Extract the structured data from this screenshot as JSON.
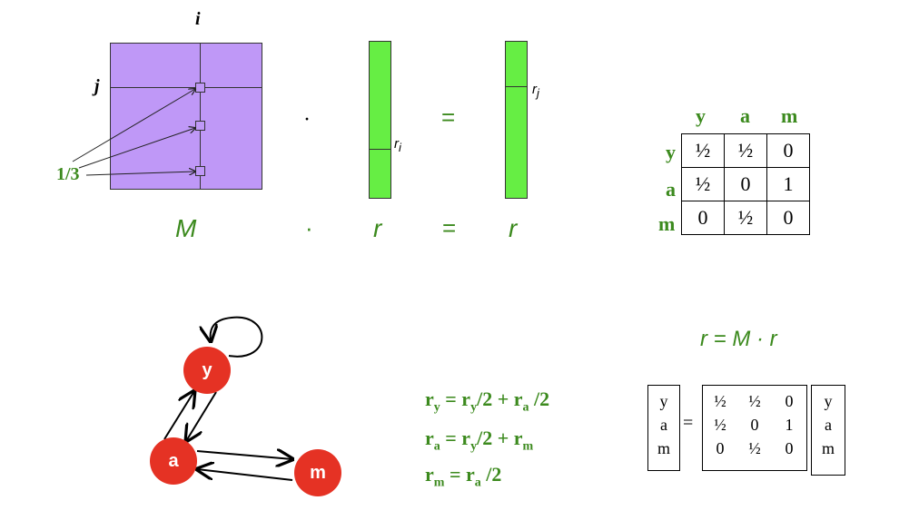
{
  "matrix_diagram": {
    "label_i": "i",
    "label_j": "j",
    "entry_label": "1/3",
    "r_i_label": "r",
    "r_i_sub": "i",
    "r_j_label": "r",
    "r_j_sub": "j",
    "dot": "·",
    "equals": "=",
    "bottom_M": "M",
    "bottom_dot": "·",
    "bottom_r1": "r",
    "bottom_eq": "=",
    "bottom_r2": "r"
  },
  "table": {
    "col_headers": [
      "y",
      "a",
      "m"
    ],
    "row_headers": [
      "y",
      "a",
      "m"
    ],
    "rows": [
      [
        "½",
        "½",
        "0"
      ],
      [
        "½",
        "0",
        "1"
      ],
      [
        "0",
        "½",
        "0"
      ]
    ]
  },
  "graph": {
    "nodes": [
      "y",
      "a",
      "m"
    ]
  },
  "equations": {
    "eq1_lhs": "r",
    "eq1_lhs_sub": "y",
    "eq1_rhs": "= r",
    "eq1_rhs_sub1": "y",
    "eq1_mid": "/2 + r",
    "eq1_rhs_sub2": "a",
    "eq1_end": " /2",
    "eq2_lhs": "r",
    "eq2_lhs_sub": "a",
    "eq2_rhs": "= r",
    "eq2_rhs_sub1": "y",
    "eq2_mid": "/2 + r",
    "eq2_rhs_sub2": "m",
    "eq3_lhs": "r",
    "eq3_lhs_sub": "m",
    "eq3_rhs": "= r",
    "eq3_rhs_sub1": "a",
    "eq3_end": " /2"
  },
  "matrix_eq": {
    "title": "r = M · r",
    "lhs_vector": [
      "y",
      "a",
      "m"
    ],
    "equals": "=",
    "matrix": [
      [
        "½",
        "½",
        "0"
      ],
      [
        "½",
        "0",
        "1"
      ],
      [
        "0",
        "½",
        "0"
      ]
    ],
    "rhs_vector": [
      "y",
      "a",
      "m"
    ]
  }
}
